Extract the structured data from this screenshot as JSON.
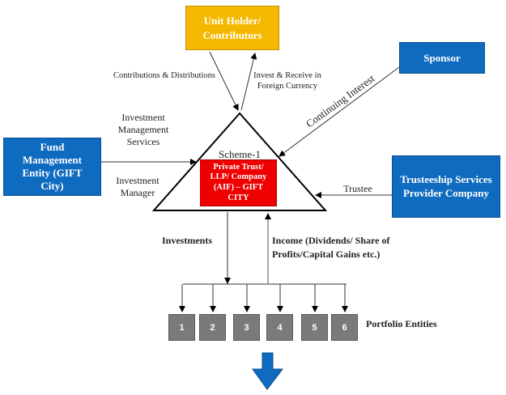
{
  "nodes": {
    "unit_holder": "Unit Holder/ Contributors",
    "sponsor": "Sponsor",
    "fund_management": "Fund Management Entity (GIFT City)",
    "trusteeship": "Trusteeship Services Provider Company",
    "scheme_label": "Scheme-1",
    "scheme_entity": "Private Trust/ LLP/ Company (AIF) – GIFT CITY",
    "portfolio_label": "Portfolio Entities",
    "portfolio_entities": [
      "1",
      "2",
      "3",
      "4",
      "5",
      "6"
    ]
  },
  "edges": {
    "contributions": "Contributions & Distributions",
    "invest_receive": "Invest & Receive in Foreign Currency",
    "continuing_interest": "Continuing Interest",
    "investment_management_services": "Investment Management Services",
    "investment_manager": "Investment Manager",
    "trustee": "Trustee",
    "investments": "Investments",
    "income": "Income (Dividends/ Share of Profits/Capital Gains etc.)"
  },
  "colors": {
    "blue": "#0f6bbf",
    "gold": "#f5b800",
    "red": "#ee0000",
    "grey": "#7a7a7a"
  }
}
